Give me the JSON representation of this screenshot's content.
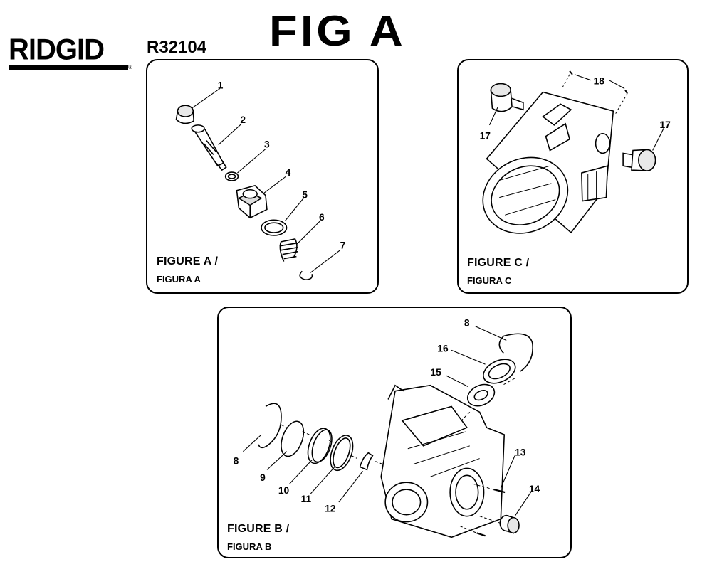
{
  "header": {
    "brand_logo": "RIDGID",
    "model_number": "R32104",
    "figure_title": "FIG A"
  },
  "panels": {
    "a": {
      "caption_line1": "FIGURE A /",
      "caption_line2": "FIGURA A",
      "callouts": [
        "1",
        "2",
        "3",
        "4",
        "5",
        "6",
        "7"
      ]
    },
    "b": {
      "caption_line1": "FIGURE B /",
      "caption_line2": "FIGURA B",
      "callouts": [
        "8",
        "16",
        "15",
        "13",
        "14",
        "8",
        "9",
        "10",
        "11",
        "12"
      ]
    },
    "c": {
      "caption_line1": "FIGURE C /",
      "caption_line2": "FIGURA C",
      "callouts": [
        "18",
        "17",
        "17"
      ]
    }
  }
}
